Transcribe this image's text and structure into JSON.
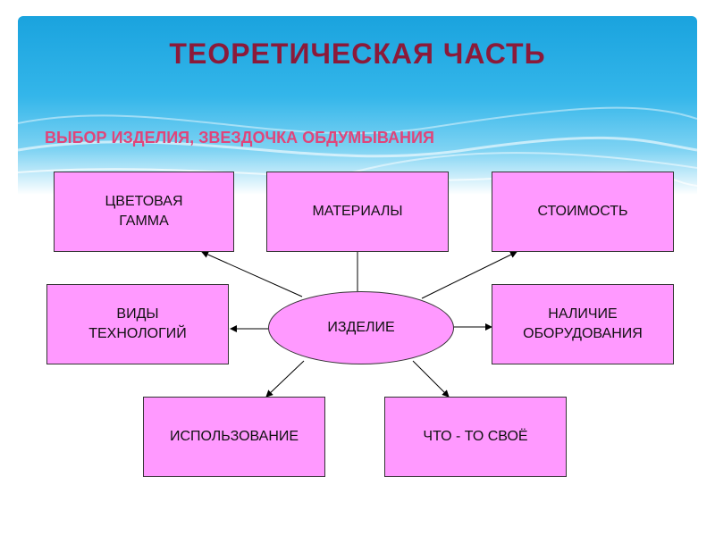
{
  "title": "ТЕОРЕТИЧЕСКАЯ ЧАСТЬ",
  "subtitle": "ВЫБОР ИЗДЕЛИЯ, ЗВЕЗДОЧКА ОБДУМЫВАНИЯ",
  "center": {
    "label": "ИЗДЕЛИЕ"
  },
  "nodes": {
    "color_scheme": "ЦВЕТОВАЯ\nГАММА",
    "materials": "МАТЕРИАЛЫ",
    "cost": "СТОИМОСТЬ",
    "technologies": "ВИДЫ\nТЕХНОЛОГИЙ",
    "equipment": "НАЛИЧИЕ\nОБОРУДОВАНИЯ",
    "usage": "ИСПОЛЬЗОВАНИЕ",
    "own": "ЧТО - ТО СВОЁ"
  },
  "colors": {
    "title": "#8b1a3a",
    "subtitle": "#e0457a",
    "box_fill": "#ff99ff",
    "banner_top": "#1aa3de"
  }
}
